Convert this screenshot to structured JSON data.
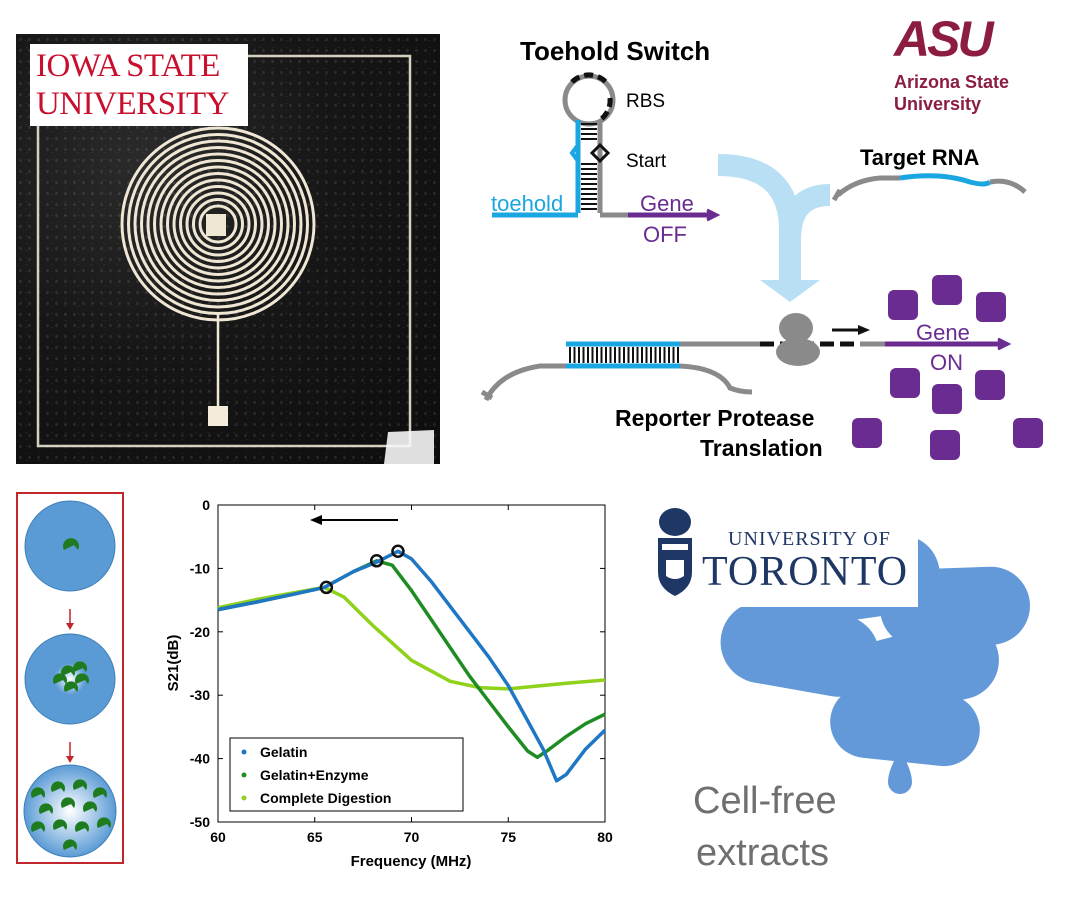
{
  "photo_panel": {
    "logo_line1": "IOWA STATE",
    "logo_line2": "UNIVERSITY"
  },
  "toehold_diagram": {
    "title": "Toehold Switch",
    "rbs": "RBS",
    "start": "Start",
    "toehold": "toehold",
    "gene_off_1": "Gene",
    "gene_off_2": "OFF",
    "target": "Target RNA",
    "gene_on_1": "Gene",
    "gene_on_2": "ON",
    "reporter_1": "Reporter Protease",
    "reporter_2": "Translation",
    "colors": {
      "toehold": "#1aa6e0",
      "gene": "#6a2c91",
      "strand": "#8a8a8a",
      "arrow": "#b9dff4"
    }
  },
  "asu": {
    "mark": "ASU",
    "line1": "Arizona State",
    "line2": "University",
    "color": "#8c1d40"
  },
  "toronto": {
    "line1": "UNIVERSITY OF",
    "line2": "TORONTO",
    "color": "#1e3765",
    "cellfree_1": "Cell-free",
    "cellfree_2": "extracts"
  },
  "chart_data": {
    "type": "line",
    "xlabel": "Frequency (MHz)",
    "ylabel": "S21(dB)",
    "xlim": [
      60,
      80
    ],
    "ylim": [
      -50,
      0
    ],
    "xticks": [
      "60",
      "65",
      "70",
      "75",
      "80"
    ],
    "yticks": [
      "0",
      "-10",
      "-20",
      "-30",
      "-40",
      "-50"
    ],
    "legend_position": "bottom-left",
    "series": [
      {
        "name": "Gelatin",
        "color": "#1f77c4",
        "x": [
          60,
          62,
          64,
          65.5,
          67,
          68.2,
          69.3,
          70,
          71,
          72,
          73,
          74,
          75,
          76,
          76.8,
          77.5,
          78,
          79,
          80
        ],
        "y": [
          -16.5,
          -15.3,
          -14,
          -13,
          -10.5,
          -9,
          -7.3,
          -8.5,
          -12,
          -16,
          -20,
          -24,
          -28.5,
          -34,
          -38.5,
          -43.5,
          -42.5,
          -38.5,
          -35.5
        ],
        "marker_points": [
          [
            69.3,
            -7.3
          ]
        ]
      },
      {
        "name": "Gelatin+Enzyme",
        "color": "#1e8c22",
        "x": [
          60,
          62,
          64,
          65.5,
          67,
          68.2,
          69,
          70,
          71,
          72,
          73,
          74,
          75,
          76,
          76.5,
          77,
          78,
          79,
          80
        ],
        "y": [
          -16.5,
          -15.3,
          -14,
          -13,
          -10.5,
          -8.8,
          -9.5,
          -13.5,
          -18,
          -22.5,
          -27,
          -31,
          -35,
          -38.8,
          -39.8,
          -38.8,
          -36.5,
          -34.5,
          -33
        ],
        "marker_points": [
          [
            68.2,
            -8.8
          ]
        ]
      },
      {
        "name": "Complete Digestion",
        "color": "#8fd11b",
        "x": [
          60,
          62,
          64,
          65.5,
          66.5,
          68,
          70,
          72,
          73.5,
          75,
          76,
          78,
          80
        ],
        "y": [
          -16.2,
          -14.9,
          -13.8,
          -13,
          -14.5,
          -19,
          -24.5,
          -27.8,
          -28.8,
          -29,
          -28.7,
          -28.1,
          -27.6
        ],
        "marker_points": [
          [
            65.6,
            -13
          ]
        ]
      }
    ],
    "annotation": "left-pointing arrow indicating frequency shift"
  }
}
